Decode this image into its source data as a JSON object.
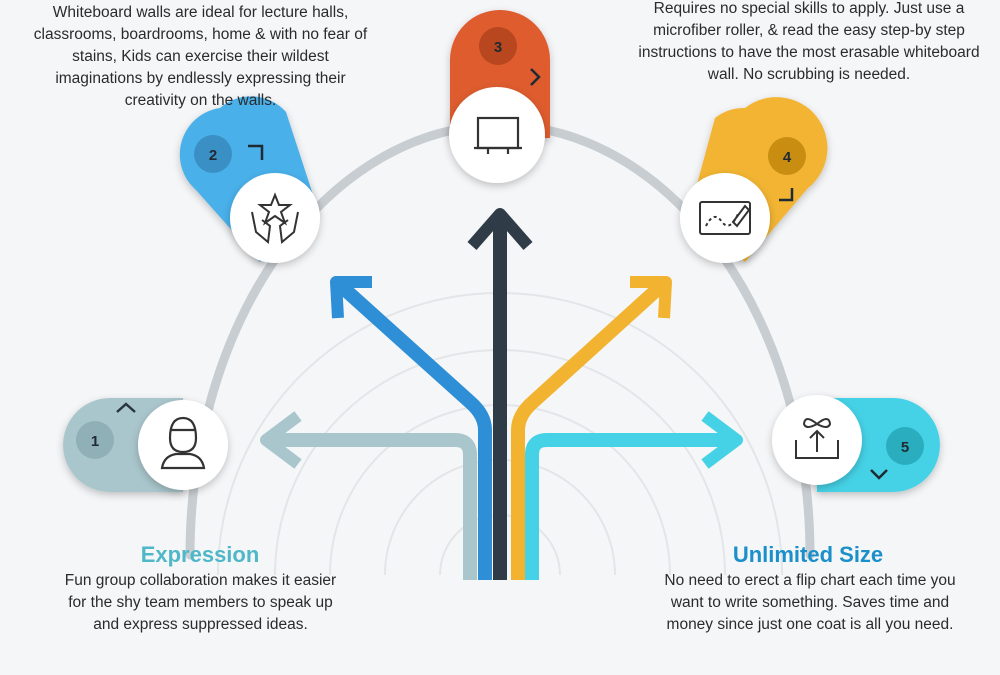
{
  "colors": {
    "step1": "#a9c6cc",
    "step2": "#4ab0ea",
    "step3": "#de5b2d",
    "step4": "#f2b430",
    "step5": "#45d2e6",
    "center": "#2f3c48",
    "title_teal": "#4fb8c8",
    "title_blue": "#1a8fc9"
  },
  "steps": [
    {
      "number": "1",
      "icon": "person-icon"
    },
    {
      "number": "2",
      "icon": "hands-star-icon"
    },
    {
      "number": "3",
      "icon": "whiteboard-icon"
    },
    {
      "number": "4",
      "icon": "board-marker-icon"
    },
    {
      "number": "5",
      "icon": "roller-upload-icon"
    }
  ],
  "texts": {
    "top_left": "Whiteboard walls are ideal for lecture halls, classrooms, boardrooms, home & with no fear of stains, Kids can exercise their wildest imaginations by endlessly expressing their creativity on the walls.",
    "top_right": "Requires no special skills to apply. Just use a microfiber roller, & read the easy step-by step instructions to have the most erasable whiteboard wall. No scrubbing is needed.",
    "expression_title": "Expression",
    "expression_text": "Fun group collaboration makes it easier for the shy team members to speak up and express suppressed ideas.",
    "unlimited_title": "Unlimited Size",
    "unlimited_text": "No need to erect a flip chart each time you want to write something. Saves time and money since just one coat is all you need."
  }
}
